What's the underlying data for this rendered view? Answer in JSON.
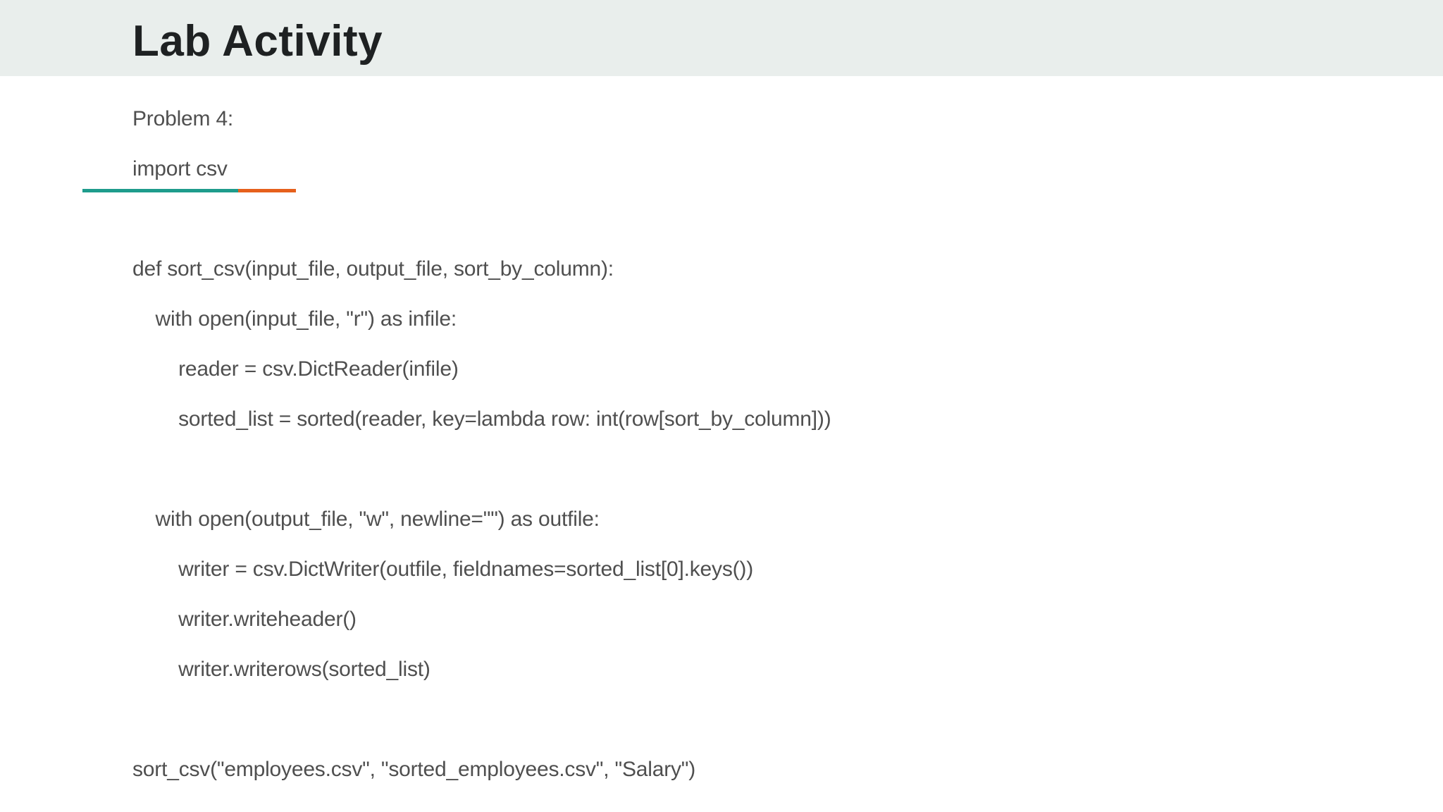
{
  "header": {
    "title": "Lab Activity"
  },
  "body": {
    "problem_label": "Problem 4:",
    "import_statement": "import csv",
    "code_lines": [
      "def sort_csv(input_file, output_file, sort_by_column):",
      "    with open(input_file, \"r\") as infile:",
      "        reader = csv.DictReader(infile)",
      "        sorted_list = sorted(reader, key=lambda row: int(row[sort_by_column]))",
      "",
      "    with open(output_file, \"w\", newline=\"\") as outfile:",
      "        writer = csv.DictWriter(outfile, fieldnames=sorted_list[0].keys())",
      "        writer.writeheader()",
      "        writer.writerows(sorted_list)",
      "",
      "sort_csv(\"employees.csv\", \"sorted_employees.csv\", \"Salary\")"
    ]
  },
  "colors": {
    "header_bg": "#E9EEEC",
    "title": "#1E2122",
    "text": "#4F4F4F",
    "divider_teal": "#1E9C8C",
    "divider_orange": "#E6601C"
  }
}
